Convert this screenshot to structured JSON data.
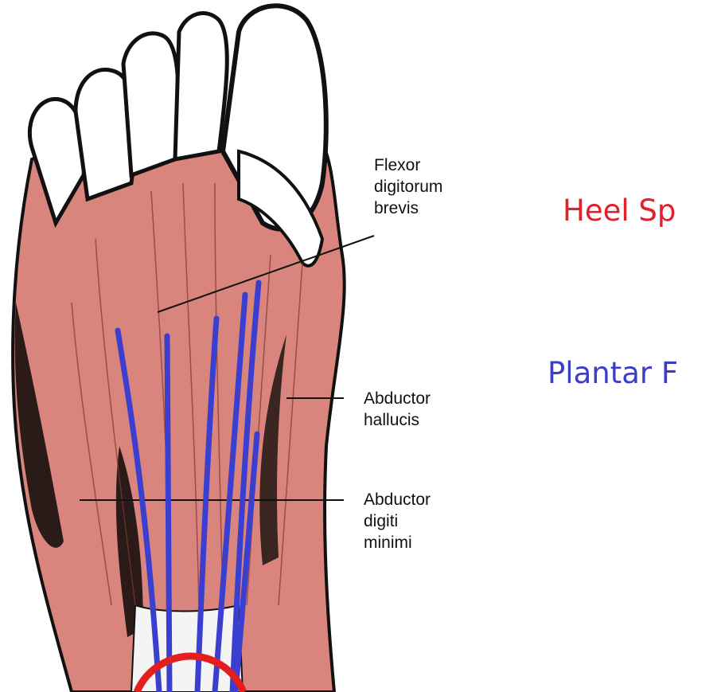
{
  "labels": {
    "flexor_digitorum_brevis": [
      "Flexor",
      "digitorum",
      "brevis"
    ],
    "abductor_hallucis": [
      "Abductor",
      "hallucis"
    ],
    "abductor_digiti_minimi": [
      "Abductor",
      "digiti",
      "minimi"
    ]
  },
  "titles": {
    "heel_spur": "Heel Sp",
    "plantar_fasciitis": "Plantar F"
  },
  "colors": {
    "heel_spur": "#e0202a",
    "plantar_fasciitis": "#3b3fc6",
    "muscle": "#d9847c",
    "outline": "#111111",
    "fascia_line": "#3a3fd0",
    "spur_marker": "#e41d1d"
  }
}
